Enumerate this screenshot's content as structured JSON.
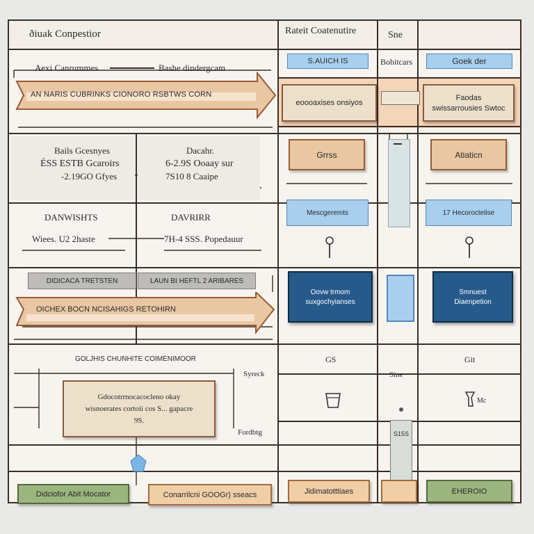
{
  "header": {
    "title": "ðiuak Conpestior",
    "col1": "Rateit Coatenutire",
    "col2": "Sne"
  },
  "row1": {
    "left_label": "Aexi Canrummes",
    "right_label": "Bashe dindergcam",
    "arrow_text": "AN NARIS CUBRINKS CIONORO RSBTWS CORN",
    "blue1": "S.AUICH IS",
    "mid_label": "Bobitcars",
    "blue2": "Goek der",
    "box1": "eoooaxises onsiyos",
    "box2_line1": "Faodas",
    "box2_line2": "swissarrousies Swtoc"
  },
  "row2": {
    "c1_line1": "Bails Gcesnyes",
    "c1_line2": "ÉSS ESTB Gcaroirs",
    "c1_line3": "-2.19GO Gfyes",
    "c2_line1": "Dacahr.",
    "c2_line2": "6-2.9S Ooaay sur",
    "c2_line3": "7S10 8 Caaipe",
    "box1": "Grrss",
    "box2": "Atiaticn"
  },
  "row3": {
    "c1_line1": "DANWISHTS",
    "c1_line2": "Wiees. U2 2haste",
    "c2_line1": "DAVRIRR",
    "c2_line2": "7H-4 SSS. Popedauur",
    "blue1": "Mescgeremts",
    "blue2": "17 Hecoroctelise"
  },
  "row4": {
    "grey1": "DIDICACA TRETSTEN",
    "grey2": "LAUN BI HEFTL 2 ARIBARES",
    "arrow_text": "OICHEX BOCN NCISAHIGS RETOHIRN",
    "navy1_line1": "Oovw trmom",
    "navy1_line2": "suxgochyianses",
    "navy2_line1": "Smnuest",
    "navy2_line2": "Diaenpetion"
  },
  "row5": {
    "title": "GOLJHIS CHUNHITE COIMENIMOOR",
    "side": "Syreck",
    "col1": "GS",
    "col2": "Sine",
    "col3": "Git",
    "box_line1": "Gdocotrrnocacocleno okay",
    "box_line2": "wisnoerates cortoii cos S... gapacre",
    "box_line3": "9S.",
    "foot": "Fordbtg",
    "cell": "S15S",
    "icon_label": "Mc"
  },
  "footer": {
    "b1": "Didciofor Abit Mocator",
    "b2": "Conarrilcni GOOGr) sseacs",
    "b3": "Jidimatotttiaes",
    "b4": "EHEROIO"
  },
  "colors": {
    "tan": "#e9c7a3",
    "light_blue": "#a9cfee",
    "navy": "#265a8b",
    "green": "#9bb57e",
    "grid_line": "#3a2d26"
  }
}
